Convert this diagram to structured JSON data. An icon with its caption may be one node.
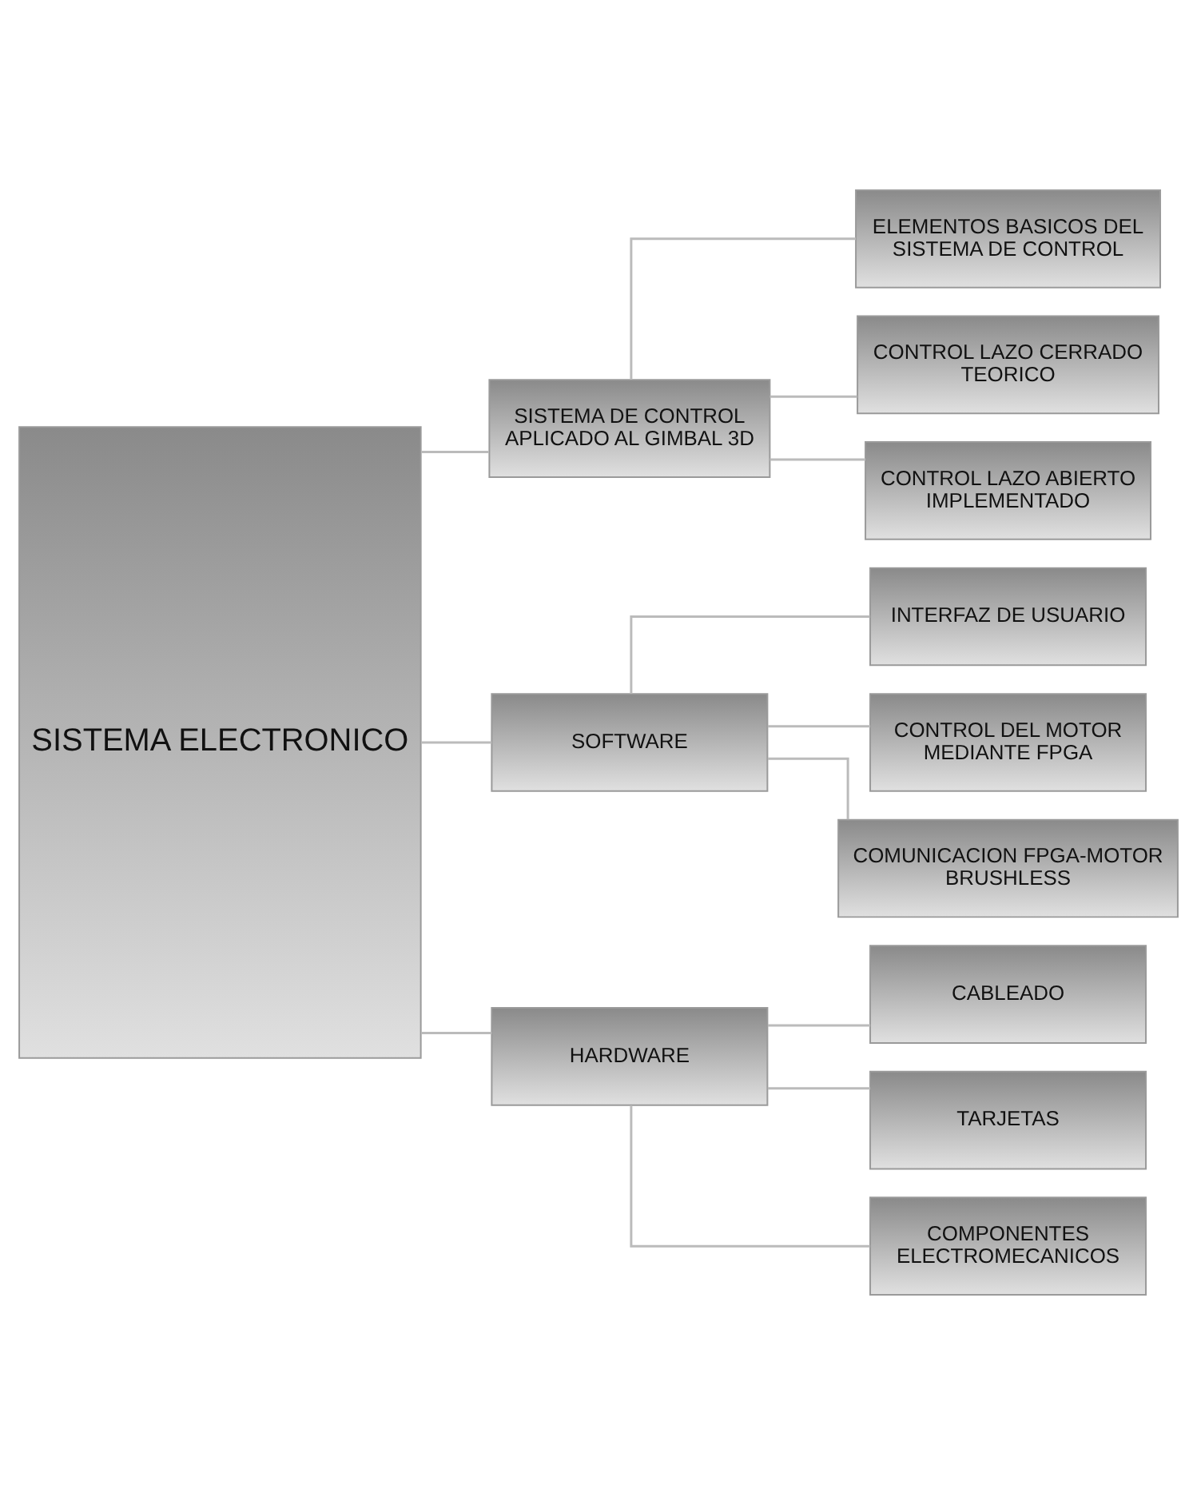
{
  "diagram": {
    "nodes": [
      {
        "text": [
          "SISTEMA ELECTRONICO"
        ]
      },
      {
        "text": [
          "SISTEMA DE CONTROL APLICADO AL GIMBAL 3D"
        ]
      },
      {
        "text": [
          "SOFTWARE"
        ]
      },
      {
        "text": [
          "HARDWARE"
        ]
      },
      {
        "text": [
          "ELEMENTOS BASICOS DEL SISTEMA DE CONTROL"
        ]
      },
      {
        "text": [
          "CONTROL LAZO CERRADO TEORICO"
        ]
      },
      {
        "text": [
          "CONTROL LAZO ABIERTO IMPLEMENTADO"
        ]
      },
      {
        "text": [
          "INTERFAZ DE USUARIO"
        ]
      },
      {
        "text": [
          "CONTROL DEL MOTOR MEDIANTE FPGA"
        ]
      },
      {
        "text": [
          "COMUNICACION FPGA-MOTOR BRUSHLESS"
        ]
      },
      {
        "text": [
          "CABLEADO"
        ]
      },
      {
        "text": [
          "TARJETAS"
        ]
      },
      {
        "text": [
          "COMPONENTES ELECTROMECANICOS"
        ]
      }
    ],
    "edges": [
      {
        "from": 0,
        "to": 1,
        "arrow": "none"
      },
      {
        "from": 0,
        "to": 2,
        "arrow": "none"
      },
      {
        "from": 0,
        "to": 3,
        "arrow": "none"
      },
      {
        "from": 1,
        "to": 4,
        "arrow": "none"
      },
      {
        "from": 1,
        "to": 5,
        "arrow": "none"
      },
      {
        "from": 1,
        "to": 6,
        "arrow": "none"
      },
      {
        "from": 2,
        "to": 7,
        "arrow": "none"
      },
      {
        "from": 2,
        "to": 8,
        "arrow": "none"
      },
      {
        "from": 2,
        "to": 9,
        "arrow": "none"
      },
      {
        "from": 3,
        "to": 10,
        "arrow": "none"
      },
      {
        "from": 3,
        "to": 11,
        "arrow": "none"
      },
      {
        "from": 3,
        "to": 12,
        "arrow": "none"
      }
    ]
  }
}
